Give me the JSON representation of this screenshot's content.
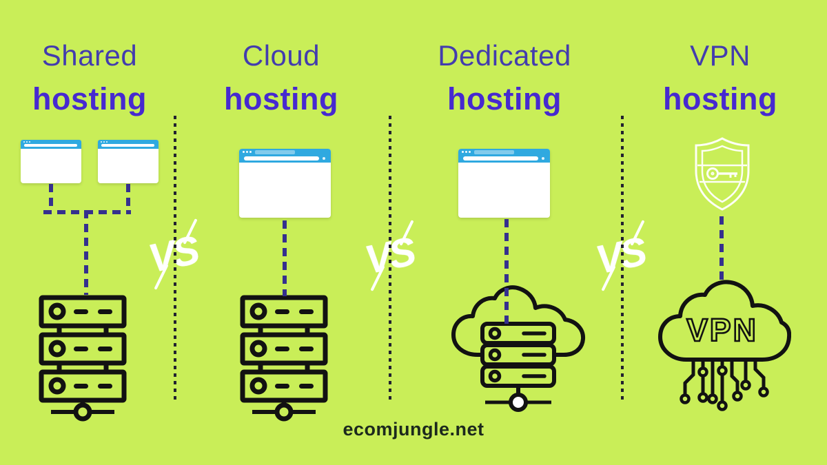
{
  "page": {
    "background_color": "#c9ee58",
    "footer_brand": "ecomjungle.net"
  },
  "colors": {
    "title_regular": "#433cae",
    "title_bold": "#4629d0",
    "browser_header_blue": "#2fa9e0",
    "dashed_connector": "#35308e",
    "separator_dots": "#212130",
    "icon_stroke_black": "#121212",
    "vs_text": "#ffffff",
    "shield_stroke": "#fdfef5",
    "footer_text": "#1c291d"
  },
  "columns": [
    {
      "title_line1": "Shared",
      "title_line2": "hosting",
      "top_visual": "two-browser-windows",
      "bottom_visual": "server-stack"
    },
    {
      "title_line1": "Cloud",
      "title_line2": "hosting",
      "top_visual": "browser-window",
      "bottom_visual": "server-stack"
    },
    {
      "title_line1": "Dedicated",
      "title_line2": "hosting",
      "top_visual": "browser-window",
      "bottom_visual": "cloud-with-server"
    },
    {
      "title_line1": "VPN",
      "title_line2": "hosting",
      "top_visual": "shield-with-key",
      "bottom_visual": "vpn-cloud-with-circuit",
      "cloud_label": "VPN"
    }
  ],
  "separators": [
    {
      "label": "VS"
    },
    {
      "label": "VS"
    },
    {
      "label": "VS"
    }
  ]
}
